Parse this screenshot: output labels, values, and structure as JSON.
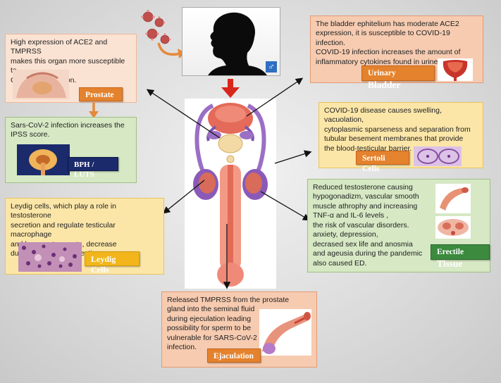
{
  "colors": {
    "background": "#d9d9d9",
    "peach_box": "#f6cbb0",
    "green_box": "#d6e8c4",
    "yellow_box": "#fbe6a8",
    "orange_label": "#e4822d",
    "yellow_label": "#f2b61c",
    "green_label": "#3b8a3e",
    "arrow_red": "#d9261c",
    "arrow_orange": "#e58a3a"
  },
  "icons": {
    "virus": "virus-icon",
    "person": "person-silhouette-icon",
    "male_symbol": "male-symbol-icon",
    "anatomy": "male-reproductive-anatomy-illustration"
  },
  "prostate": {
    "text": "High expression of ACE2 and TMPRSS\nmakes this organ more susceptible to\nCOVID-19 infection.",
    "label": "Prostate"
  },
  "bph": {
    "text": "Sars-CoV-2 infection  increases the\nIPSS score.",
    "label": "BPH / LUTS"
  },
  "leydig": {
    "text": "Leydig cells, which play a role in testosterone\nsecretion and regulate testicular macrophage\n and lympocyte counts, decrease\ndue to Sars-Cov-2 infection.",
    "label": "Leydig Cells"
  },
  "bladder": {
    "text": "The bladder ephitelium has moderate ACE2\nexpression, it is susceptible  to COVID-19 infection.\nCOVID-19 infection increases the amount of\ninflammatory cytokines found in urine.",
    "label_prefix": "Urinary ",
    "label_main": "Bladder"
  },
  "sertoli": {
    "text": "COVID-19 disease causes swelling, vacuolation,\ncytoplasmic sparseness  and separation from\ntubular besement membranes  that provide\nthe blood-testicular barrier.",
    "label": "Sertoli Cells"
  },
  "erectile": {
    "text": "Reduced testosterone causing\nhypogonadizm, vascular smooth\nmuscle athrophy and increasing\nTNF-α and IL-6 levels ,\n the risk of vascular disorders.\nanxiety, depression,\ndecrased sex life and anosmia\nand ageusia during the pandemic\nalso caused ED.",
    "label_prefix": "Erectile ",
    "label_main": "Tissue"
  },
  "ejaculation": {
    "text": "Released  TMPRSS from  the prostate\ngland into the seminal fluid\nduring ejeculation leading\npossibility for sperm to be\nvulnerable  for SARS-CoV-2\n infection.",
    "label": "Ejaculation"
  }
}
